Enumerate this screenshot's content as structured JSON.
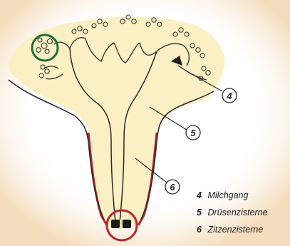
{
  "diagram": {
    "colors": {
      "background": "#ffffff",
      "vignette": "#f3d9b4",
      "tissue": "#fbefc4",
      "outline": "#2a2a2a",
      "wall_red": "#b3262f",
      "highlight_green": "#1f6e3c",
      "highlight_red": "#b52a30"
    },
    "callouts": [
      {
        "number": "4",
        "target": "milk-duct"
      },
      {
        "number": "5",
        "target": "gland-cistern"
      },
      {
        "number": "6",
        "target": "teat-cistern"
      }
    ],
    "highlights": [
      {
        "name": "alveoli-cluster",
        "color": "green"
      },
      {
        "name": "teat-opening",
        "color": "red"
      }
    ]
  },
  "legend": {
    "items": [
      {
        "number": "4",
        "label": "Milchgang"
      },
      {
        "number": "5",
        "label": "Drüsenzisterne"
      },
      {
        "number": "6",
        "label": "Zitzenzisterne"
      }
    ]
  }
}
